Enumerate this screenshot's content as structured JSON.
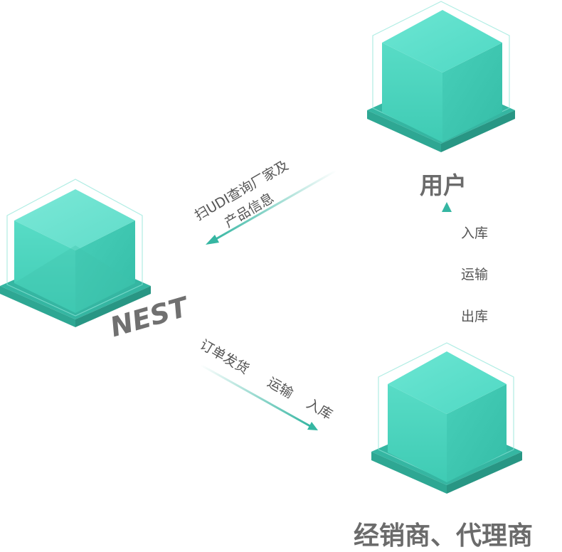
{
  "nodes": {
    "nest": "NEST",
    "user": "用户",
    "distributor": "经销商、代理商"
  },
  "flows": {
    "query_line1": "扫UDI查询厂家及",
    "query_line2": "产品信息",
    "order_1": "订单发货",
    "order_2": "运输",
    "order_3": "入库",
    "up_1": "入库",
    "up_2": "运输",
    "up_3": "出库"
  },
  "colors": {
    "cube_top": "#5fe0cc",
    "cube_left": "#4fd6c0",
    "cube_right": "#3cc7b0",
    "base": "#35b6a2",
    "arrow": "#35b6a2",
    "label": "#6b6b6b"
  }
}
